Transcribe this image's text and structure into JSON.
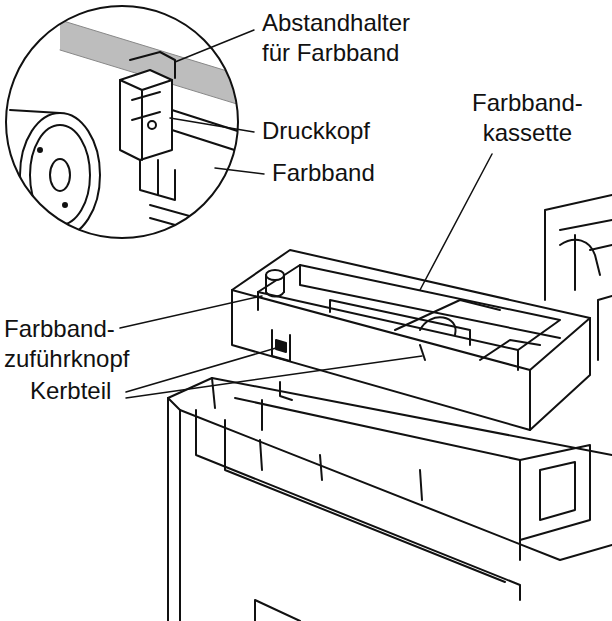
{
  "diagram": {
    "labels": [
      "Abstandhalter für Farbband",
      "Druckkopf",
      "Farbband",
      "Farbband- kassette",
      "Farbband- zuführknopf",
      "Kerbteil"
    ]
  }
}
